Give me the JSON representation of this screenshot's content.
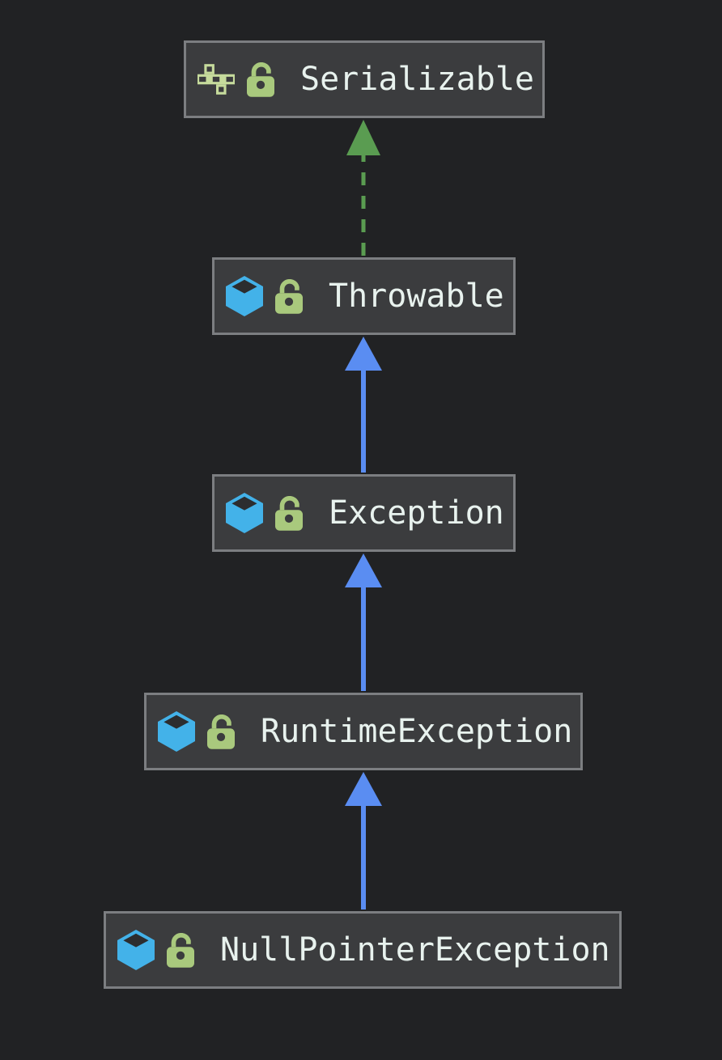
{
  "nodes": [
    {
      "label": "Serializable",
      "kind": "interface",
      "visibility": "public",
      "icons": [
        "interface-icon",
        "open-lock-icon"
      ]
    },
    {
      "label": "Throwable",
      "kind": "class",
      "visibility": "public",
      "icons": [
        "class-icon",
        "open-lock-icon"
      ]
    },
    {
      "label": "Exception",
      "kind": "class",
      "visibility": "public",
      "icons": [
        "class-icon",
        "open-lock-icon"
      ]
    },
    {
      "label": "RuntimeException",
      "kind": "class",
      "visibility": "public",
      "icons": [
        "class-icon",
        "open-lock-icon"
      ]
    },
    {
      "label": "NullPointerException",
      "kind": "class",
      "visibility": "public",
      "icons": [
        "class-icon",
        "open-lock-icon"
      ]
    }
  ],
  "edges": [
    {
      "from": "Throwable",
      "to": "Serializable",
      "type": "implements",
      "style": "dashed",
      "color": "#5a9c51"
    },
    {
      "from": "Exception",
      "to": "Throwable",
      "type": "extends",
      "style": "solid",
      "color": "#5a8df2"
    },
    {
      "from": "RuntimeException",
      "to": "Exception",
      "type": "extends",
      "style": "solid",
      "color": "#5a8df2"
    },
    {
      "from": "NullPointerException",
      "to": "RuntimeException",
      "type": "extends",
      "style": "solid",
      "color": "#5a8df2"
    }
  ],
  "colors": {
    "canvas_bg": "#212224",
    "node_bg": "#3b3c3e",
    "node_border": "#7c7e81",
    "label_text": "#e8f2ee",
    "class_icon_blue": "#43b2e9",
    "interface_icon_green": "#c6db9c",
    "lock_green": "#a9c97d",
    "extends_edge_blue": "#5a8df2",
    "implements_edge_green": "#5a9c51"
  }
}
